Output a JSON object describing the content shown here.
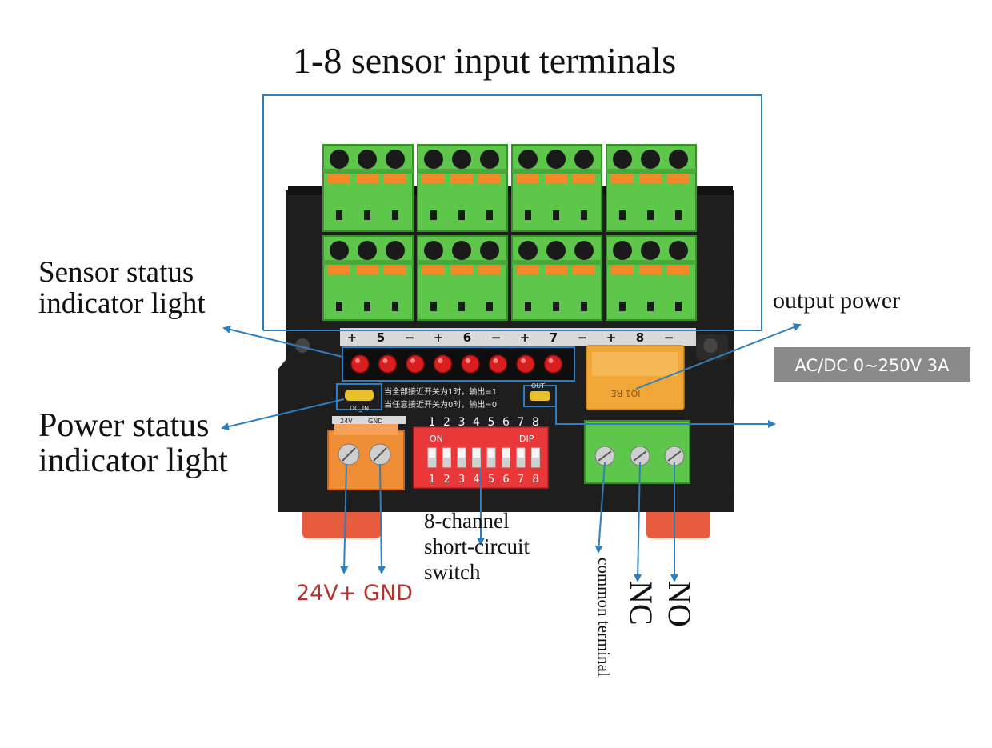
{
  "labels": {
    "title": "1-8 sensor input terminals",
    "sensor_status_line1": "Sensor status",
    "sensor_status_line2": "indicator light",
    "power_status_line1": "Power status",
    "power_status_line2": "indicator light",
    "output_power": "output power",
    "relay_rating": "AC/DC 0~250V 3A",
    "switch_line1": "8-channel",
    "switch_line2": "short-circuit",
    "switch_line3": "switch",
    "power_input": "24V+ GND",
    "common_terminal": "common terminal",
    "nc": "NC",
    "no": "NO"
  },
  "board": {
    "channel_marks": [
      "+",
      "5",
      "−",
      "+",
      "6",
      "−",
      "+",
      "7",
      "−",
      "+",
      "8",
      "−"
    ],
    "dip_on": "ON",
    "dip_brand": "DIP",
    "dip_numbers": [
      "1",
      "2",
      "3",
      "4",
      "5",
      "6",
      "7",
      "8"
    ],
    "dc_in": "DC_IN",
    "out": "OUT",
    "power_terminal_marks": [
      "24V",
      "GND"
    ],
    "pcb_note_line1": "当全部接近开关为1时，输出=1",
    "pcb_note_line2": "当任意接近开关为0时，输出=0",
    "relay_text": "IQ1 RE"
  },
  "colors": {
    "arrow": "#2f7fc0",
    "frame": "#2f7fc0",
    "terminal_green": "#5ec64a",
    "latch_orange": "#f28a2a",
    "led_red": "#d81e1e",
    "dip_red": "#e8383a",
    "relay_yellow": "#f1a738",
    "base": "#1e1e1e",
    "label_red": "#b5322e",
    "badge_gray": "#8a8a8a"
  }
}
